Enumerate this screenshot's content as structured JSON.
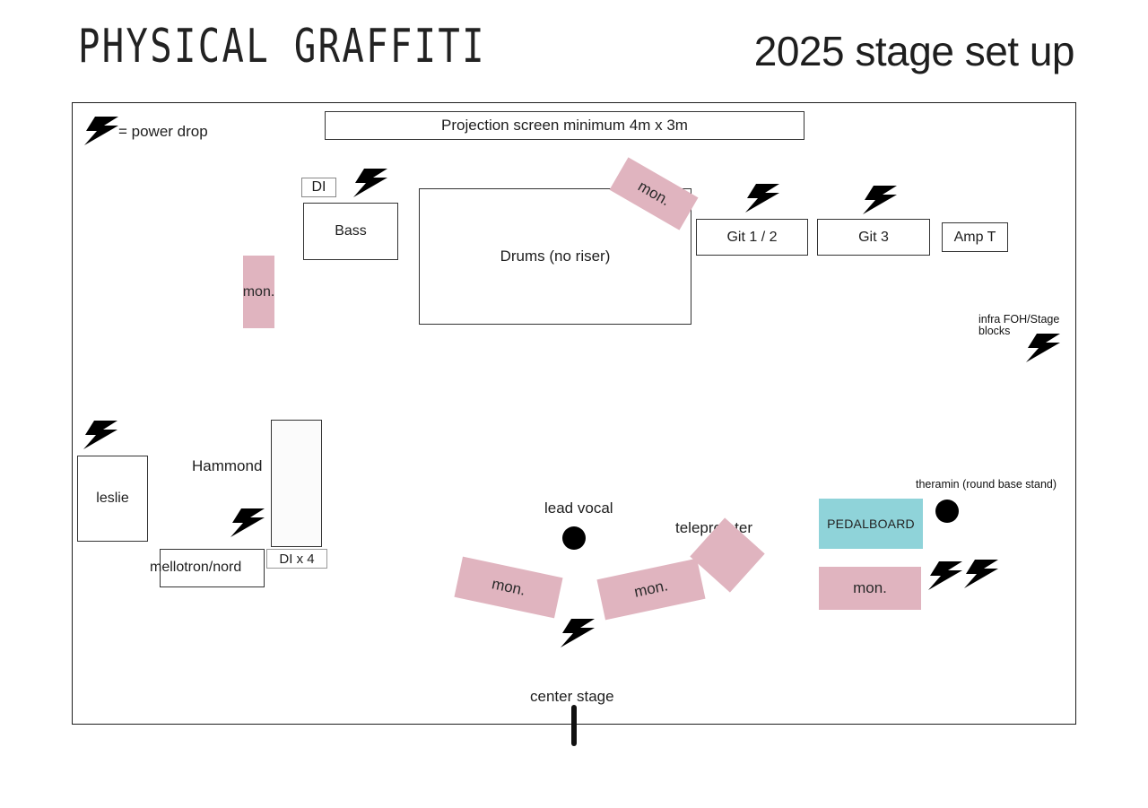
{
  "header": {
    "band_name": "PHYSICAL GRAFFITI",
    "subtitle": "2025 stage set up"
  },
  "legend": {
    "icon": "lightning-bolt-icon",
    "text": "= power drop"
  },
  "stage": {
    "projection_screen": "Projection screen  minimum 4m x 3m",
    "di_bass": "DI",
    "bass": "Bass",
    "drums": "Drums (no riser)",
    "git12": "Git 1 / 2",
    "git3": "Git 3",
    "amp_t": "Amp T",
    "infra": "infra FOH/Stage blocks",
    "leslie": "leslie",
    "hammond": "Hammond",
    "mellotron": "mellotron/nord",
    "di_x4": "DI x 4",
    "lead_vocal": "lead vocal",
    "telepromter": "telepromter",
    "pedalboard": "PEDALBOARD",
    "theramin": "theramin (round base stand)",
    "monitor": "mon.",
    "center_stage": "center stage"
  },
  "colors": {
    "monitor": "#e0b4bf",
    "pedalboard": "#8fd3d9",
    "outline": "#1e1e1e"
  }
}
